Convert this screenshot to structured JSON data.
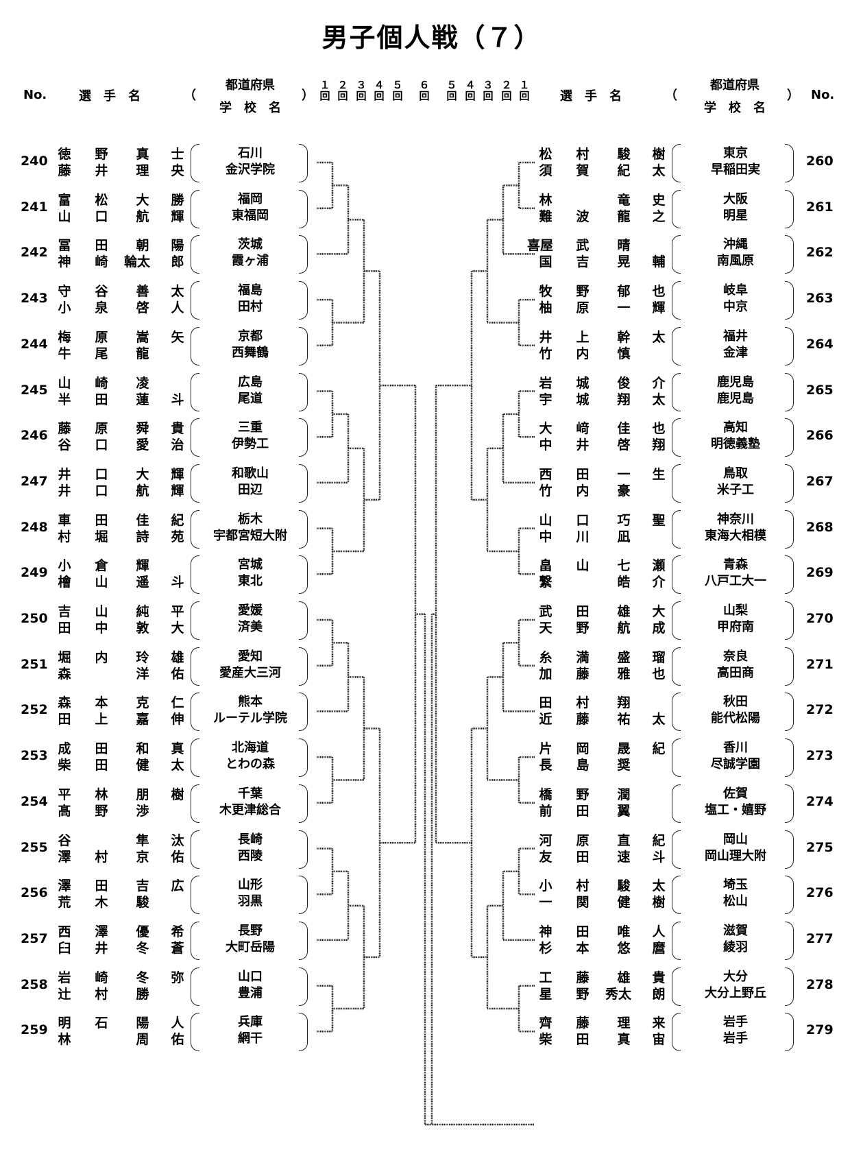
{
  "title": "男子個人戦（７）",
  "header": {
    "no_label": "No.",
    "player_label": "選　手　名",
    "open_paren": "（",
    "close_paren": "）",
    "pref_label": "都道府県",
    "school_label": "学　校　名",
    "rounds_left": [
      "１\n回",
      "２\n回",
      "３\n回",
      "４\n回",
      "５\n回",
      "６\n回"
    ],
    "rounds_right": [
      "５\n回",
      "４\n回",
      "３\n回",
      "２\n回",
      "１\n回"
    ]
  },
  "left_entries": [
    {
      "no": "240",
      "p1": [
        "徳",
        "野",
        "真",
        "士"
      ],
      "p2": [
        "藤",
        "井",
        "理",
        "央"
      ],
      "pref": "石川",
      "school": "金沢学院"
    },
    {
      "no": "241",
      "p1": [
        "富",
        "松",
        "大",
        "勝"
      ],
      "p2": [
        "山",
        "口",
        "航",
        "輝"
      ],
      "pref": "福岡",
      "school": "東福岡"
    },
    {
      "no": "242",
      "p1": [
        "冨",
        "田",
        "朝",
        "陽"
      ],
      "p2": [
        "神",
        "崎",
        "輪太",
        "郎"
      ],
      "pref": "茨城",
      "school": "霞ヶ浦"
    },
    {
      "no": "243",
      "p1": [
        "守",
        "谷",
        "善",
        "太"
      ],
      "p2": [
        "小",
        "泉",
        "啓",
        "人"
      ],
      "pref": "福島",
      "school": "田村"
    },
    {
      "no": "244",
      "p1": [
        "梅",
        "原",
        "嵩",
        "矢"
      ],
      "p2": [
        "牛",
        "尾",
        "龍",
        ""
      ],
      "pref": "京都",
      "school": "西舞鶴"
    },
    {
      "no": "245",
      "p1": [
        "山",
        "崎",
        "凌",
        ""
      ],
      "p2": [
        "半",
        "田",
        "蓮",
        "斗"
      ],
      "pref": "広島",
      "school": "尾道"
    },
    {
      "no": "246",
      "p1": [
        "藤",
        "原",
        "舜",
        "貴"
      ],
      "p2": [
        "谷",
        "口",
        "愛",
        "治"
      ],
      "pref": "三重",
      "school": "伊勢工"
    },
    {
      "no": "247",
      "p1": [
        "井",
        "口",
        "大",
        "輝"
      ],
      "p2": [
        "井",
        "口",
        "航",
        "輝"
      ],
      "pref": "和歌山",
      "school": "田辺"
    },
    {
      "no": "248",
      "p1": [
        "車",
        "田",
        "佳",
        "紀"
      ],
      "p2": [
        "村",
        "堀",
        "詩",
        "苑"
      ],
      "pref": "栃木",
      "school": "宇都宮短大附"
    },
    {
      "no": "249",
      "p1": [
        "小",
        "倉",
        "輝",
        ""
      ],
      "p2": [
        "檜",
        "山",
        "遥",
        "斗"
      ],
      "pref": "宮城",
      "school": "東北"
    },
    {
      "no": "250",
      "p1": [
        "吉",
        "山",
        "純",
        "平"
      ],
      "p2": [
        "田",
        "中",
        "敦",
        "大"
      ],
      "pref": "愛媛",
      "school": "済美"
    },
    {
      "no": "251",
      "p1": [
        "堀",
        "内",
        "玲",
        "雄"
      ],
      "p2": [
        "森",
        "",
        "洋",
        "佑"
      ],
      "pref": "愛知",
      "school": "愛産大三河"
    },
    {
      "no": "252",
      "p1": [
        "森",
        "本",
        "克",
        "仁"
      ],
      "p2": [
        "田",
        "上",
        "嘉",
        "伸"
      ],
      "pref": "熊本",
      "school": "ルーテル学院"
    },
    {
      "no": "253",
      "p1": [
        "成",
        "田",
        "和",
        "真"
      ],
      "p2": [
        "柴",
        "田",
        "健",
        "太"
      ],
      "pref": "北海道",
      "school": "とわの森"
    },
    {
      "no": "254",
      "p1": [
        "平",
        "林",
        "朋",
        "樹"
      ],
      "p2": [
        "髙",
        "野",
        "渉",
        ""
      ],
      "pref": "千葉",
      "school": "木更津総合"
    },
    {
      "no": "255",
      "p1": [
        "谷",
        "",
        "隼",
        "汰"
      ],
      "p2": [
        "澤",
        "村",
        "京",
        "佑"
      ],
      "pref": "長崎",
      "school": "西陵"
    },
    {
      "no": "256",
      "p1": [
        "澤",
        "田",
        "吉",
        "広"
      ],
      "p2": [
        "荒",
        "木",
        "駿",
        ""
      ],
      "pref": "山形",
      "school": "羽黒"
    },
    {
      "no": "257",
      "p1": [
        "西",
        "澤",
        "優",
        "希"
      ],
      "p2": [
        "臼",
        "井",
        "冬",
        "蒼"
      ],
      "pref": "長野",
      "school": "大町岳陽"
    },
    {
      "no": "258",
      "p1": [
        "岩",
        "崎",
        "冬",
        "弥"
      ],
      "p2": [
        "辻",
        "村",
        "勝",
        ""
      ],
      "pref": "山口",
      "school": "豊浦"
    },
    {
      "no": "259",
      "p1": [
        "明",
        "石",
        "陽",
        "人"
      ],
      "p2": [
        "林",
        "",
        "周",
        "佑"
      ],
      "pref": "兵庫",
      "school": "網干"
    }
  ],
  "right_entries": [
    {
      "no": "260",
      "p1": [
        "松",
        "村",
        "駿",
        "樹"
      ],
      "p2": [
        "須",
        "賀",
        "紀",
        "太"
      ],
      "pref": "東京",
      "school": "早稲田実"
    },
    {
      "no": "261",
      "p1": [
        "林",
        "",
        "竜",
        "史"
      ],
      "p2": [
        "難",
        "波",
        "龍",
        "之"
      ],
      "pref": "大阪",
      "school": "明星"
    },
    {
      "no": "262",
      "p1": [
        "喜屋",
        "武",
        "晴",
        ""
      ],
      "p2": [
        "国",
        "吉",
        "晃",
        "輔"
      ],
      "pref": "沖縄",
      "school": "南風原"
    },
    {
      "no": "263",
      "p1": [
        "牧",
        "野",
        "郁",
        "也"
      ],
      "p2": [
        "柚",
        "原",
        "一",
        "輝"
      ],
      "pref": "岐阜",
      "school": "中京"
    },
    {
      "no": "264",
      "p1": [
        "井",
        "上",
        "幹",
        "太"
      ],
      "p2": [
        "竹",
        "内",
        "慎",
        ""
      ],
      "pref": "福井",
      "school": "金津"
    },
    {
      "no": "265",
      "p1": [
        "岩",
        "城",
        "俊",
        "介"
      ],
      "p2": [
        "宇",
        "城",
        "翔",
        "太"
      ],
      "pref": "鹿児島",
      "school": "鹿児島"
    },
    {
      "no": "266",
      "p1": [
        "大",
        "﨑",
        "佳",
        "也"
      ],
      "p2": [
        "中",
        "井",
        "啓",
        "翔"
      ],
      "pref": "高知",
      "school": "明徳義塾"
    },
    {
      "no": "267",
      "p1": [
        "西",
        "田",
        "一",
        "生"
      ],
      "p2": [
        "竹",
        "内",
        "豪",
        ""
      ],
      "pref": "鳥取",
      "school": "米子工"
    },
    {
      "no": "268",
      "p1": [
        "山",
        "口",
        "巧",
        "聖"
      ],
      "p2": [
        "中",
        "川",
        "凪",
        ""
      ],
      "pref": "神奈川",
      "school": "東海大相模"
    },
    {
      "no": "269",
      "p1": [
        "畠",
        "山",
        "七",
        "瀬"
      ],
      "p2": [
        "繋",
        "",
        "皓",
        "介"
      ],
      "pref": "青森",
      "school": "八戸工大一"
    },
    {
      "no": "270",
      "p1": [
        "武",
        "田",
        "雄",
        "大"
      ],
      "p2": [
        "天",
        "野",
        "航",
        "成"
      ],
      "pref": "山梨",
      "school": "甲府南"
    },
    {
      "no": "271",
      "p1": [
        "糸",
        "満",
        "盛",
        "瑠"
      ],
      "p2": [
        "加",
        "藤",
        "雅",
        "也"
      ],
      "pref": "奈良",
      "school": "高田商"
    },
    {
      "no": "272",
      "p1": [
        "田",
        "村",
        "翔",
        ""
      ],
      "p2": [
        "近",
        "藤",
        "祐",
        "太"
      ],
      "pref": "秋田",
      "school": "能代松陽"
    },
    {
      "no": "273",
      "p1": [
        "片",
        "岡",
        "晟",
        "紀"
      ],
      "p2": [
        "長",
        "島",
        "奨",
        ""
      ],
      "pref": "香川",
      "school": "尽誠学園"
    },
    {
      "no": "274",
      "p1": [
        "橋",
        "野",
        "潤",
        ""
      ],
      "p2": [
        "前",
        "田",
        "翼",
        ""
      ],
      "pref": "佐賀",
      "school": "塩工・嬉野"
    },
    {
      "no": "275",
      "p1": [
        "河",
        "原",
        "直",
        "紀"
      ],
      "p2": [
        "友",
        "田",
        "速",
        "斗"
      ],
      "pref": "岡山",
      "school": "岡山理大附"
    },
    {
      "no": "276",
      "p1": [
        "小",
        "村",
        "駿",
        "太"
      ],
      "p2": [
        "一",
        "関",
        "健",
        "樹"
      ],
      "pref": "埼玉",
      "school": "松山"
    },
    {
      "no": "277",
      "p1": [
        "神",
        "田",
        "唯",
        "人"
      ],
      "p2": [
        "杉",
        "本",
        "悠",
        "麿"
      ],
      "pref": "滋賀",
      "school": "綾羽"
    },
    {
      "no": "278",
      "p1": [
        "工",
        "藤",
        "雄",
        "貴"
      ],
      "p2": [
        "星",
        "野",
        "秀太",
        "朗"
      ],
      "pref": "大分",
      "school": "大分上野丘"
    },
    {
      "no": "279",
      "p1": [
        "齊",
        "藤",
        "理",
        "来"
      ],
      "p2": [
        "柴",
        "田",
        "真",
        "宙"
      ],
      "pref": "岩手",
      "school": "岩手"
    }
  ]
}
